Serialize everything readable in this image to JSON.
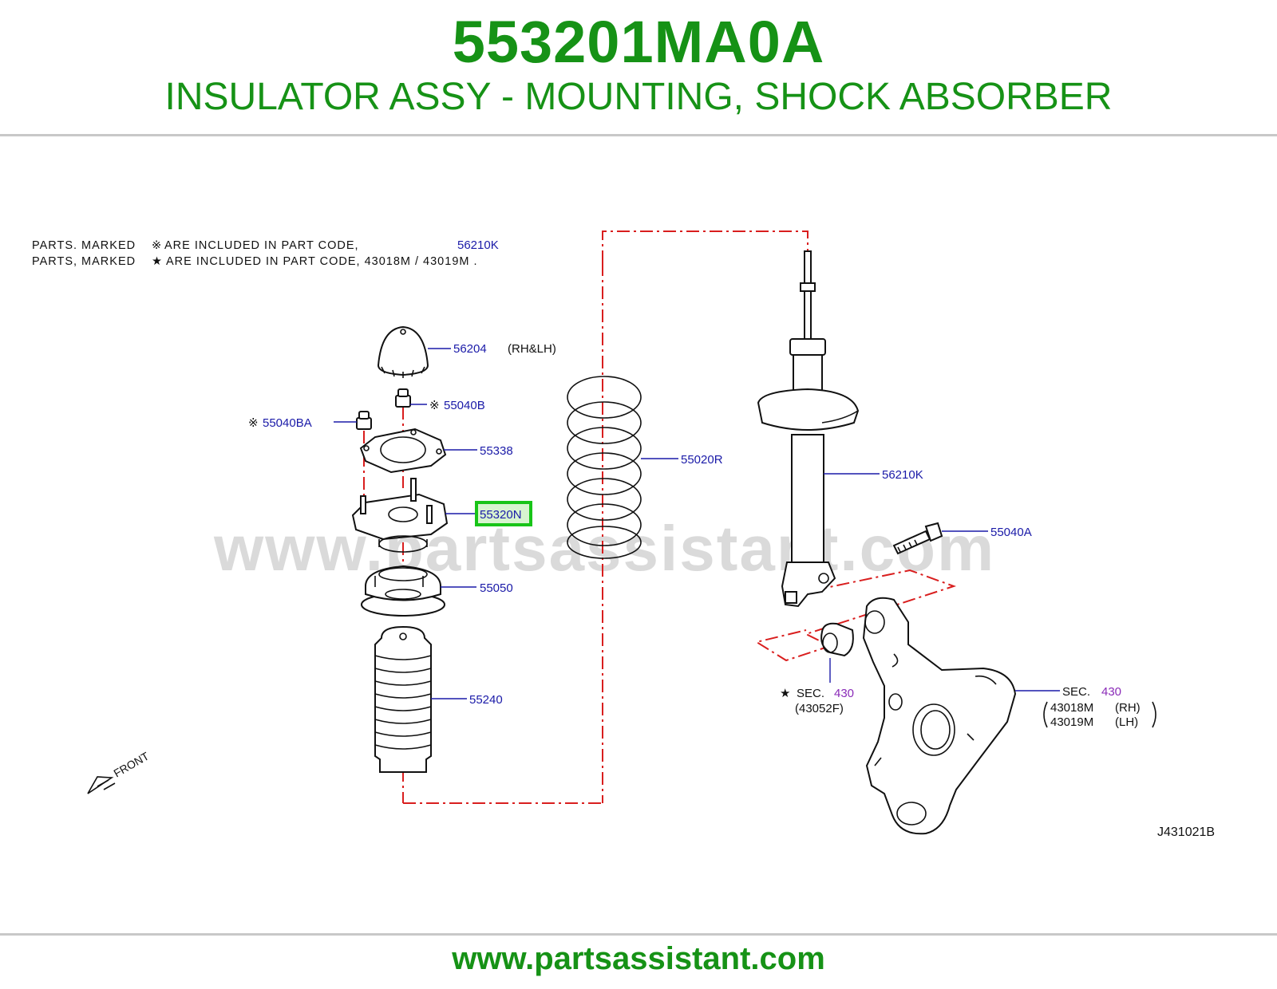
{
  "header": {
    "part_number": "553201MA0A",
    "description": "INSULATOR ASSY - MOUNTING, SHOCK ABSORBER"
  },
  "notes": {
    "line1_prefix": "PARTS. MARKED",
    "line1_symbol": "※",
    "line1_text": "ARE INCLUDED IN PART CODE,",
    "line1_code": "56210K",
    "line2_prefix": "PARTS, MARKED",
    "line2_symbol": "★",
    "line2_text": "ARE INCLUDED IN PART CODE, 43018M / 43019M ."
  },
  "labels": {
    "p56204": "56204",
    "p56204_note": "(RH&LH)",
    "p55040b_mark": "※",
    "p55040b": "55040B",
    "p55040ba_mark": "※",
    "p55040ba": "55040BA",
    "p55338": "55338",
    "p55320n": "55320N",
    "p55050": "55050",
    "p55240": "55240",
    "p55020r": "55020R",
    "p56210k": "56210K",
    "p55040a": "55040A",
    "sec1_mark": "★",
    "sec1_text": "SEC.",
    "sec1_num": "430",
    "sec1_sub": "(43052F)",
    "sec2_text": "SEC.",
    "sec2_num": "430",
    "sec2_rh_code": "43018M",
    "sec2_rh": "(RH)",
    "sec2_lh_code": "43019M",
    "sec2_lh": "(LH)",
    "front": "FRONT",
    "diagram_id": "J431021B"
  },
  "watermark": "www.partsassistant.com",
  "footer": {
    "url": "www.partsassistant.com"
  },
  "colors": {
    "brand_green": "#169216",
    "label_blue": "#1a1aa8",
    "highlight_green": "#18c418",
    "dash_red": "#d91e1e",
    "sec_purple": "#8a2bb8"
  }
}
